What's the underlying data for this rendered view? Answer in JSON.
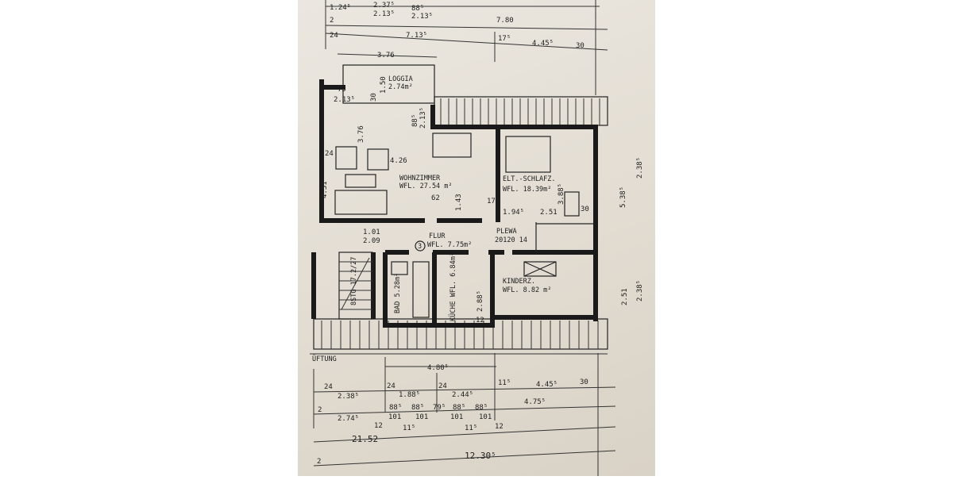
{
  "rooms": {
    "loggia": "LOGGIA",
    "loggia_area": "2.74m²",
    "wohnzimmer": "WOHNZIMMER",
    "wohnzimmer_area": "WFL. 27.54 m²",
    "schlafz": "ELT.-SCHLAFZ.",
    "schlafz_area": "WFL. 18.39m²",
    "flur": "FLUR",
    "flur_area": "WFL. 7.75m²",
    "flur_number": "3",
    "bad": "BAD 5.28m²",
    "kueche": "KÜCHE WFL. 6.84m²",
    "kinderz": "KINDERZ.",
    "kinderz_area": "WFL. 8.82 m²",
    "plewa": "PLEWA",
    "plewa_dims": "20120 14",
    "stairs": "8STG 17.2/27",
    "lueftung": "ÜFTUNG"
  },
  "dimensions": {
    "top": [
      "1.24⁵",
      "2.37⁵",
      "2.13⁵",
      "88⁵",
      "2.13⁵",
      "7.80",
      "2",
      "24",
      "7.13⁵",
      "17⁵",
      "4.45⁵",
      "30",
      "3.76",
      "75",
      "2.13⁵",
      "30",
      "1.50"
    ],
    "inner": [
      "3.76",
      "4.26",
      "24",
      "4.51",
      "88⁵",
      "2.13⁵",
      "62",
      "1.43",
      "17⁵",
      "1.94⁵",
      "2.51",
      "30",
      "3.88⁵",
      "5.38⁵",
      "2.38⁵",
      "1.01",
      "2.09",
      "2.88⁵",
      "12",
      "2.51",
      "2.38⁵"
    ],
    "bottom_row1": [
      "24",
      "2.38⁵",
      "24",
      "1.88⁵",
      "24",
      "2.44⁵",
      "11⁵",
      "4.45⁵",
      "30"
    ],
    "bottom_row2": [
      "2",
      "2.74⁵",
      "88⁵",
      "88⁵",
      "79⁵",
      "88⁵",
      "88⁵",
      "4.75⁵"
    ],
    "bottom_row2b": [
      "12",
      "101",
      "11⁵",
      "101",
      "101",
      "11⁵",
      "101",
      "12"
    ],
    "overall_width": "4.80⁵",
    "total": "21.52",
    "total2": "12.30⁵",
    "total2_prefix": "2"
  },
  "colors": {
    "paper": "#e6e1d8",
    "ink": "#1a1a1a"
  }
}
